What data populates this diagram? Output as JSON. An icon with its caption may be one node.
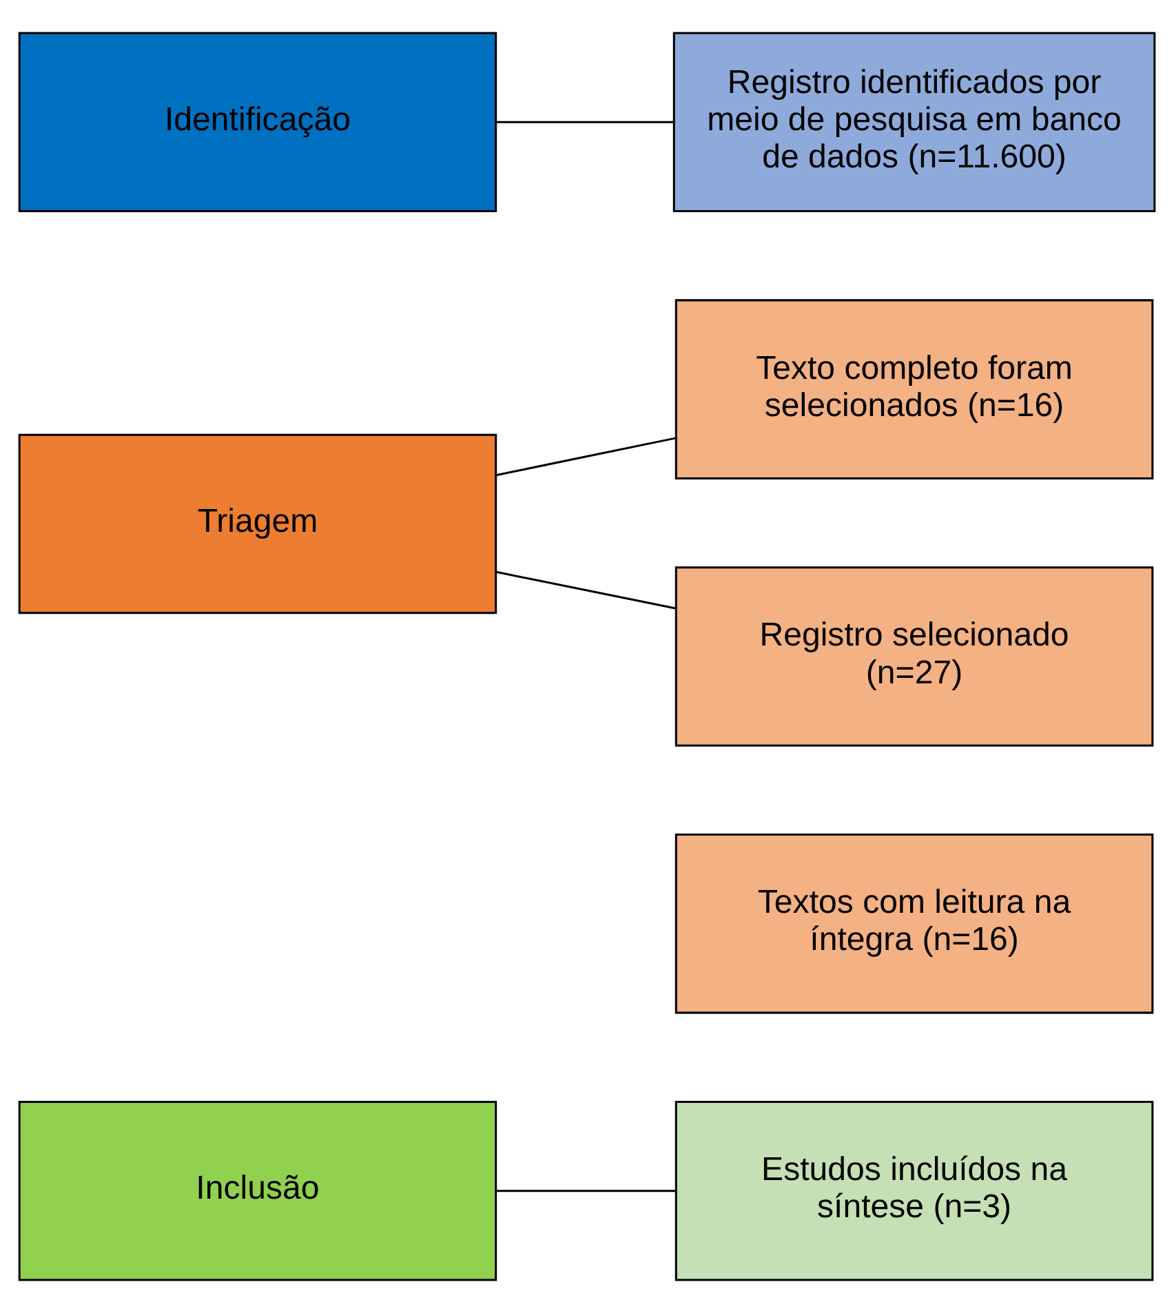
{
  "diagram": {
    "nodes": [
      {
        "text": [
          "Identificação"
        ]
      },
      {
        "text": [
          "Registro identificados por meio de pesquisa em banco de dados (n=11.600)"
        ]
      },
      {
        "text": [
          "Triagem"
        ]
      },
      {
        "text": [
          "Registro selecionado (n=27)"
        ]
      },
      {
        "text": [
          "Texto completo foram selecionados (n=16)"
        ]
      },
      {
        "text": [
          "Textos com leitura na íntegra (n=16)"
        ]
      },
      {
        "text": [
          "Inclusão"
        ]
      },
      {
        "text": [
          "Estudos incluídos na síntese (n=3)"
        ]
      }
    ],
    "edges": [
      {
        "from": 0,
        "to": 1,
        "arrow": "none"
      },
      {
        "from": 2,
        "to": 3,
        "arrow": "none"
      },
      {
        "from": 2,
        "to": 4,
        "arrow": "none"
      },
      {
        "from": 6,
        "to": 7,
        "arrow": "none"
      }
    ]
  }
}
